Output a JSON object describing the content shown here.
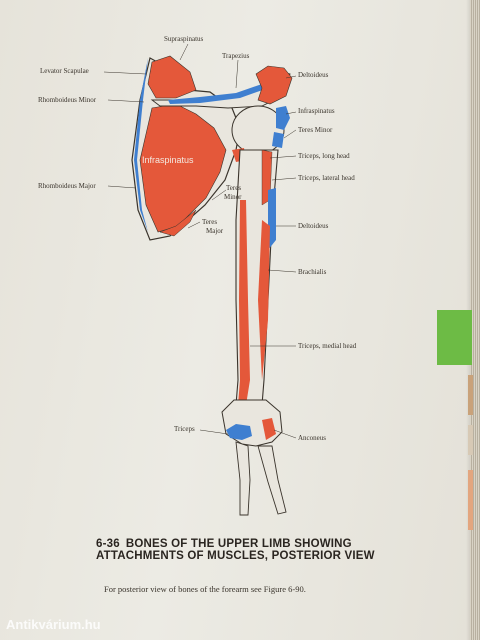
{
  "figure": {
    "labels": {
      "supraspinatus": "Supraspinatus",
      "trapezius": "Trapezius",
      "levator_scapulae": "Levator Scapulae",
      "deltoideus_top": "Deltoideus",
      "rhomboideus_minor": "Rhomboideus Minor",
      "infraspinatus_right": "Infraspinatus",
      "teres_minor_right": "Teres Minor",
      "infraspinatus_bone": "Infraspinatus",
      "triceps_long": "Triceps, long head",
      "triceps_lateral": "Triceps, lateral head",
      "rhomboideus_major": "Rhomboideus Major",
      "teres_minor_center_1": "Teres",
      "teres_minor_center_2": "Minor",
      "teres_major_1": "Teres",
      "teres_major_2": "Major",
      "deltoideus_shaft": "Deltoideus",
      "brachialis": "Brachialis",
      "triceps_medial": "Triceps, medial head",
      "triceps_elbow": "Triceps",
      "anconeus": "Anconeus"
    },
    "colors": {
      "origin_red": "#e4583a",
      "insertion_blue": "#3f7fd0",
      "bone_outline": "#3a342c"
    }
  },
  "caption": {
    "number": "6-36",
    "title_line1": "BONES OF THE UPPER LIMB SHOWING",
    "title_line2": "ATTACHMENTS OF MUSCLES, POSTERIOR VIEW",
    "note": "For posterior view of bones of the forearm see Figure 6-90."
  },
  "watermark": "Antikvárium.hu",
  "tab_color": "#6dbb45"
}
